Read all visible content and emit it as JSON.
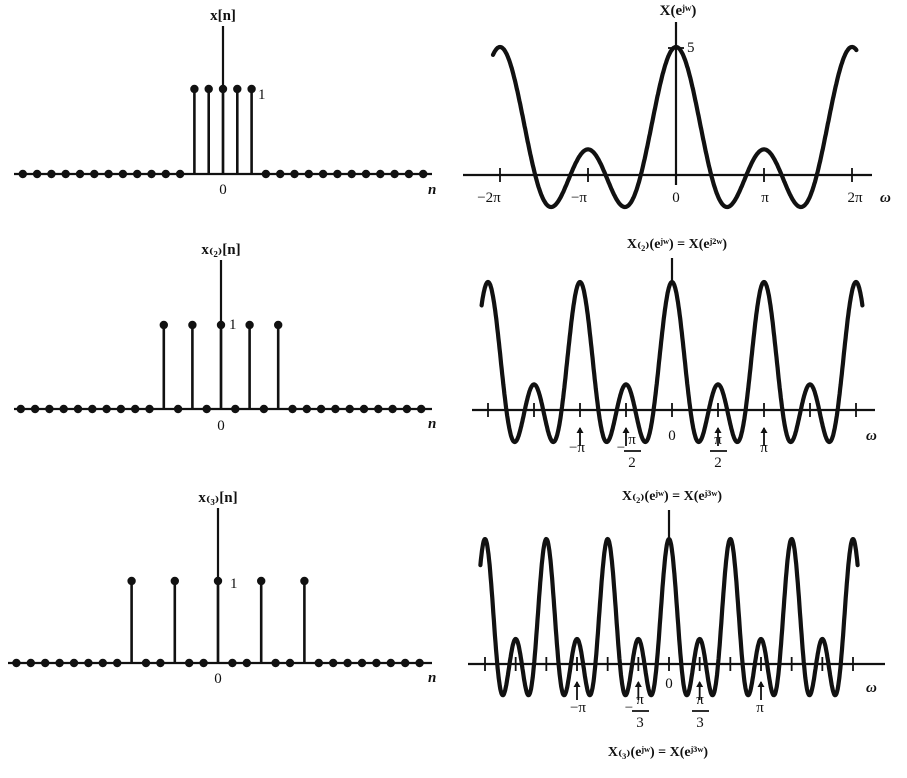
{
  "sequence_panels": [
    {
      "label": "x[n]",
      "amplitude_label": "1",
      "origin_label": "0",
      "axis_label": "n",
      "step": 1
    },
    {
      "label": "x₍₂₎[n]",
      "amplitude_label": "1",
      "origin_label": "0",
      "axis_label": "n",
      "step": 2
    },
    {
      "label": "x₍₃₎[n]",
      "amplitude_label": "1",
      "origin_label": "0",
      "axis_label": "n",
      "step": 3
    }
  ],
  "spectrum_panels": [
    {
      "title": "X(eʲʷ)",
      "peak_label": "5",
      "axis_label": "ω",
      "tick_labels": [
        "−2π",
        "−π",
        "0",
        "π",
        "2π"
      ],
      "caption": "",
      "N": 5,
      "L": 1
    },
    {
      "title": "X₍₂₎(eʲʷ) = X(eʲ²ʷ)",
      "peak_label": "",
      "axis_label": "ω",
      "tick_labels": [
        "−π",
        "−π/2",
        "0",
        "π/2",
        "π"
      ],
      "caption": "",
      "N": 5,
      "L": 2
    },
    {
      "title": "X₍₂₎(eʲʷ) = X(eʲ³ʷ)",
      "peak_label": "",
      "axis_label": "ω",
      "tick_labels": [
        "−π",
        "−π/3",
        "0",
        "π/3",
        "π"
      ],
      "caption": "X₍₃₎(eʲʷ) = X(eʲ³ʷ)",
      "N": 5,
      "L": 3
    }
  ]
}
